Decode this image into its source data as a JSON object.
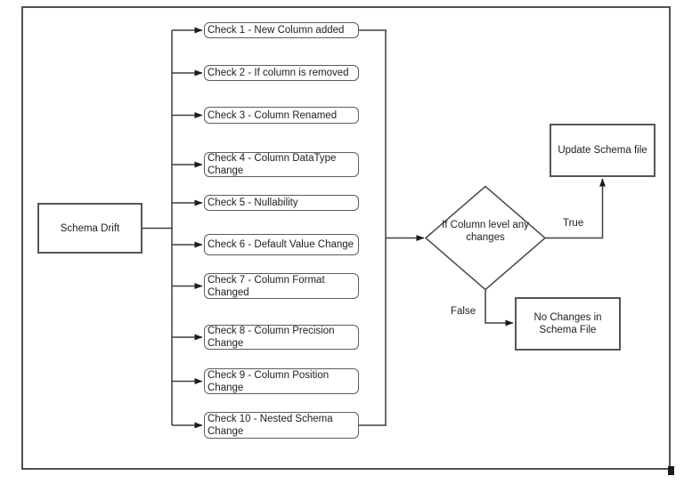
{
  "diagram": {
    "source": {
      "label": "Schema Drift"
    },
    "checks": [
      "Check 1 - New Column added",
      "Check 2 - If column is removed",
      "Check 3 - Column Renamed",
      "Check 4 - Column DataType\nChange",
      "Check 5 - Nullability",
      "Check 6 - Default Value Change",
      "Check 7 - Column Format\nChanged",
      "Check 8 - Column Precision\nChange",
      "Check 9 - Column Position\nChange",
      "Check 10 - Nested Schema\nChange"
    ],
    "decision": {
      "label": "If Column level any\nchanges"
    },
    "edges": {
      "true_label": "True",
      "false_label": "False"
    },
    "outcomes": {
      "true_node": {
        "label": "Update Schema file"
      },
      "false_node": {
        "label": "No Changes in\nSchema File"
      }
    },
    "colors": {
      "background": "#ffffff",
      "line": "#3f3f3f",
      "node_border": "#565656",
      "text": "#212121"
    }
  }
}
